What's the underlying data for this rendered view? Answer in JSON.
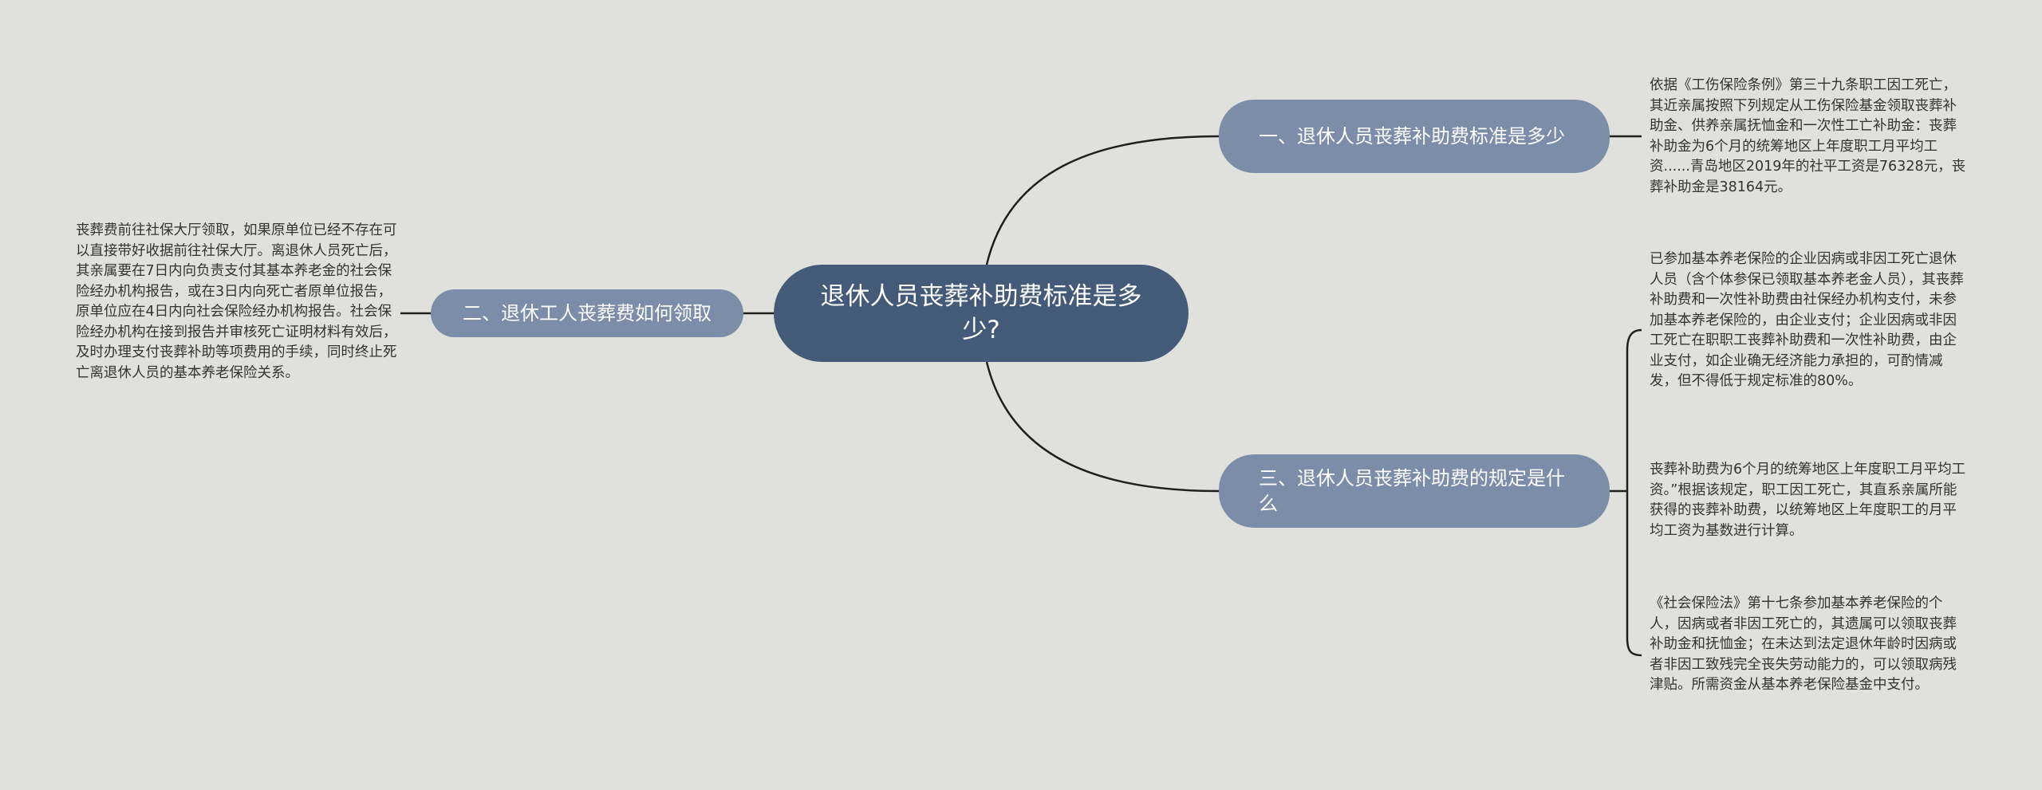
{
  "root": {
    "text": "退休人员丧葬补助费标准是多少?"
  },
  "branches": {
    "b1": {
      "text": "一、退休人员丧葬补助费标准是多少"
    },
    "b2": {
      "text": "三、退休人员丧葬补助费的规定是什么"
    },
    "b3": {
      "text": "二、退休工人丧葬费如何领取"
    }
  },
  "leaves": {
    "l1": "依据《工伤保险条例》第三十九条职工因工死亡，其近亲属按照下列规定从工伤保险基金领取丧葬补助金、供养亲属抚恤金和一次性工亡补助金：丧葬补助金为6个月的统筹地区上年度职工月平均工资......青岛地区2019年的社平工资是76328元，丧葬补助金是38164元。",
    "l2": "已参加基本养老保险的企业因病或非因工死亡退休人员（含个体参保已领取基本养老金人员），其丧葬补助费和一次性补助费由社保经办机构支付，未参加基本养老保险的，由企业支付；企业因病或非因工死亡在职职工丧葬补助费和一次性补助费，由企业支付，如企业确无经济能力承担的，可酌情减发，但不得低于规定标准的80%。",
    "l3": "丧葬补助费为6个月的统筹地区上年度职工月平均工资。”根据该规定，职工因工死亡，其直系亲属所能获得的丧葬补助费，以统筹地区上年度职工的月平均工资为基数进行计算。",
    "l4": "《社会保险法》第十七条参加基本养老保险的个人，因病或者非因工死亡的，其遗属可以领取丧葬补助金和抚恤金；在未达到法定退休年龄时因病或者非因工致残完全丧失劳动能力的，可以领取病残津贴。所需资金从基本养老保险基金中支付。",
    "l5": "丧葬费前往社保大厅领取，如果原单位已经不存在可以直接带好收据前往社保大厅。离退休人员死亡后，其亲属要在7日内向负责支付其基本养老金的社会保险经办机构报告，或在3日内向死亡者原单位报告，原单位应在4日内向社会保险经办机构报告。社会保险经办机构在接到报告并审核死亡证明材料有效后，及时办理支付丧葬补助等项费用的手续，同时终止死亡离退休人员的基本养老保险关系。"
  },
  "colors": {
    "background": "#e0e0dc",
    "root": "#435a78",
    "branch": "#7c8daa",
    "line": "#1f1f1f",
    "leaf_text": "#333333"
  }
}
